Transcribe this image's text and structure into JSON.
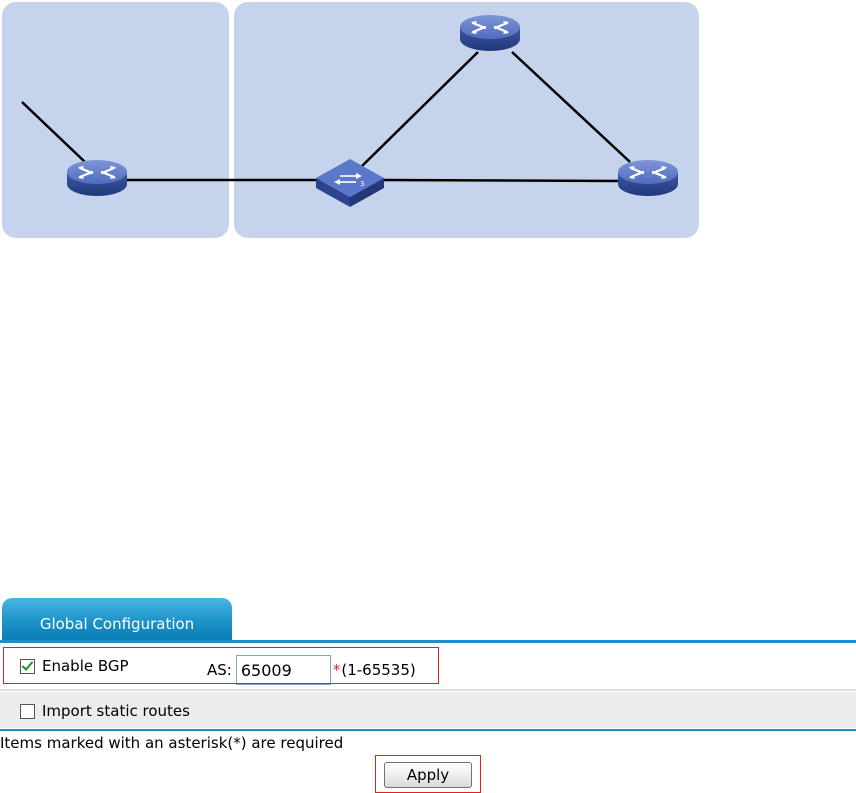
{
  "tab": {
    "label": "Global Configuration"
  },
  "bgp": {
    "enable_label": "Enable BGP",
    "enabled": true,
    "as_label": "AS:",
    "as_value": "65009",
    "required_mark": "*",
    "as_range": "(1-65535)"
  },
  "import_static": {
    "label": "Import static routes",
    "checked": false
  },
  "note": "Items marked with an asterisk(*) are required",
  "apply_label": "Apply",
  "colors": {
    "tab_blue": "#1b93c9",
    "highlight_red": "#e02020",
    "zone_fill": "#c6d3ec",
    "device_blue": "#2e4c9e"
  },
  "icons": {
    "router": "router-icon",
    "l3_switch": "layer3-switch-icon",
    "check": "checkmark-icon"
  }
}
